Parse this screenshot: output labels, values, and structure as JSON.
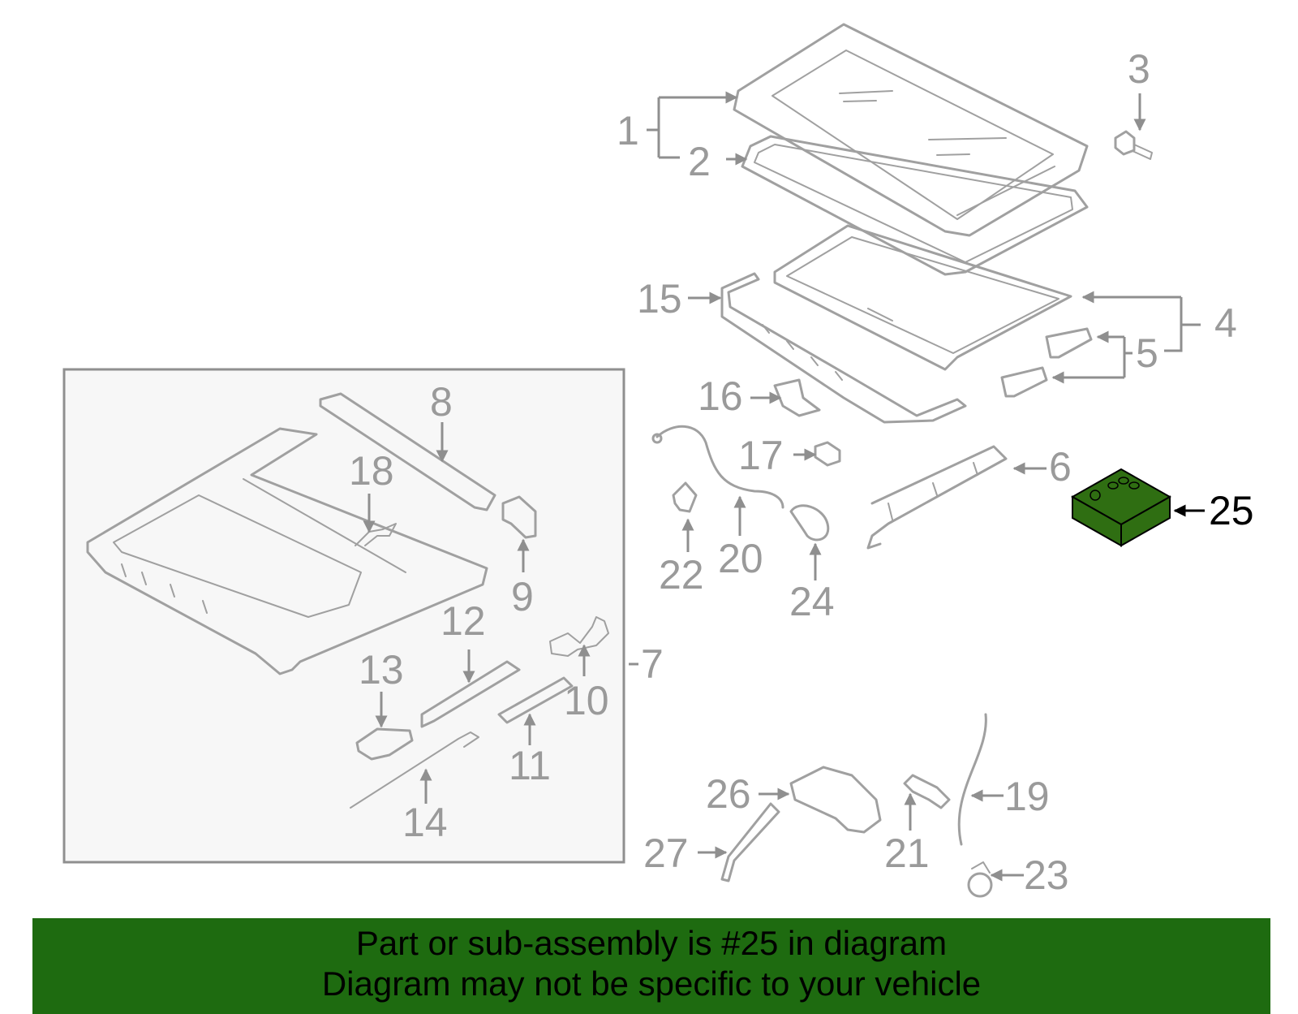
{
  "highlight_color": "#2f6e12",
  "banner_color": "#1e6b10",
  "labels": {
    "l1": "1",
    "l2": "2",
    "l3": "3",
    "l4": "4",
    "l5": "5",
    "l6": "6",
    "l7": "7",
    "l8": "8",
    "l9": "9",
    "l10": "10",
    "l11": "11",
    "l12": "12",
    "l13": "13",
    "l14": "14",
    "l15": "15",
    "l16": "16",
    "l17": "17",
    "l18": "18",
    "l19": "19",
    "l20": "20",
    "l21": "21",
    "l22": "22",
    "l23": "23",
    "l24": "24",
    "l25": "25",
    "l26": "26",
    "l27": "27"
  },
  "banner": {
    "line1": "Part or sub-assembly is #25 in diagram",
    "line2": "Diagram may not be specific to your vehicle"
  }
}
